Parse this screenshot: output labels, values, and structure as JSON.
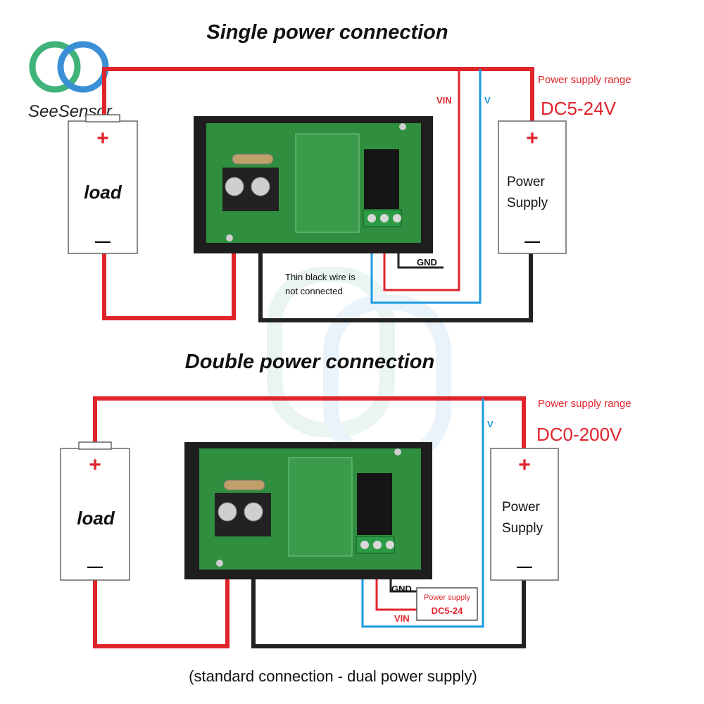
{
  "brand": {
    "name": "SeeSensor"
  },
  "colors": {
    "red_wire": "#e0242b",
    "black_wire": "#222222",
    "blue_wire": "#1a9ae0",
    "board": "#2f8f3e",
    "frame": "#1e1e1e"
  },
  "top": {
    "title": "Single power connection",
    "load_label": "load",
    "plus": "+",
    "minus": "—",
    "ps_line1": "Power",
    "ps_line2": "Supply",
    "range_label": "Power supply range",
    "range_value": "DC5-24V",
    "vin": "VIN",
    "v": "V",
    "gnd": "GND",
    "note_line1": "Thin black wire is",
    "note_line2": "not connected"
  },
  "bottom": {
    "title": "Double power connection",
    "load_label": "load",
    "plus": "+",
    "minus": "—",
    "ps_line1": "Power",
    "ps_line2": "Supply",
    "range_label": "Power supply range",
    "range_value": "DC0-200V",
    "v": "V",
    "gnd": "GND",
    "vin": "VIN",
    "aux_label": "Power supply",
    "aux_value": "DC5-24",
    "caption": "(standard connection - dual power supply)"
  }
}
